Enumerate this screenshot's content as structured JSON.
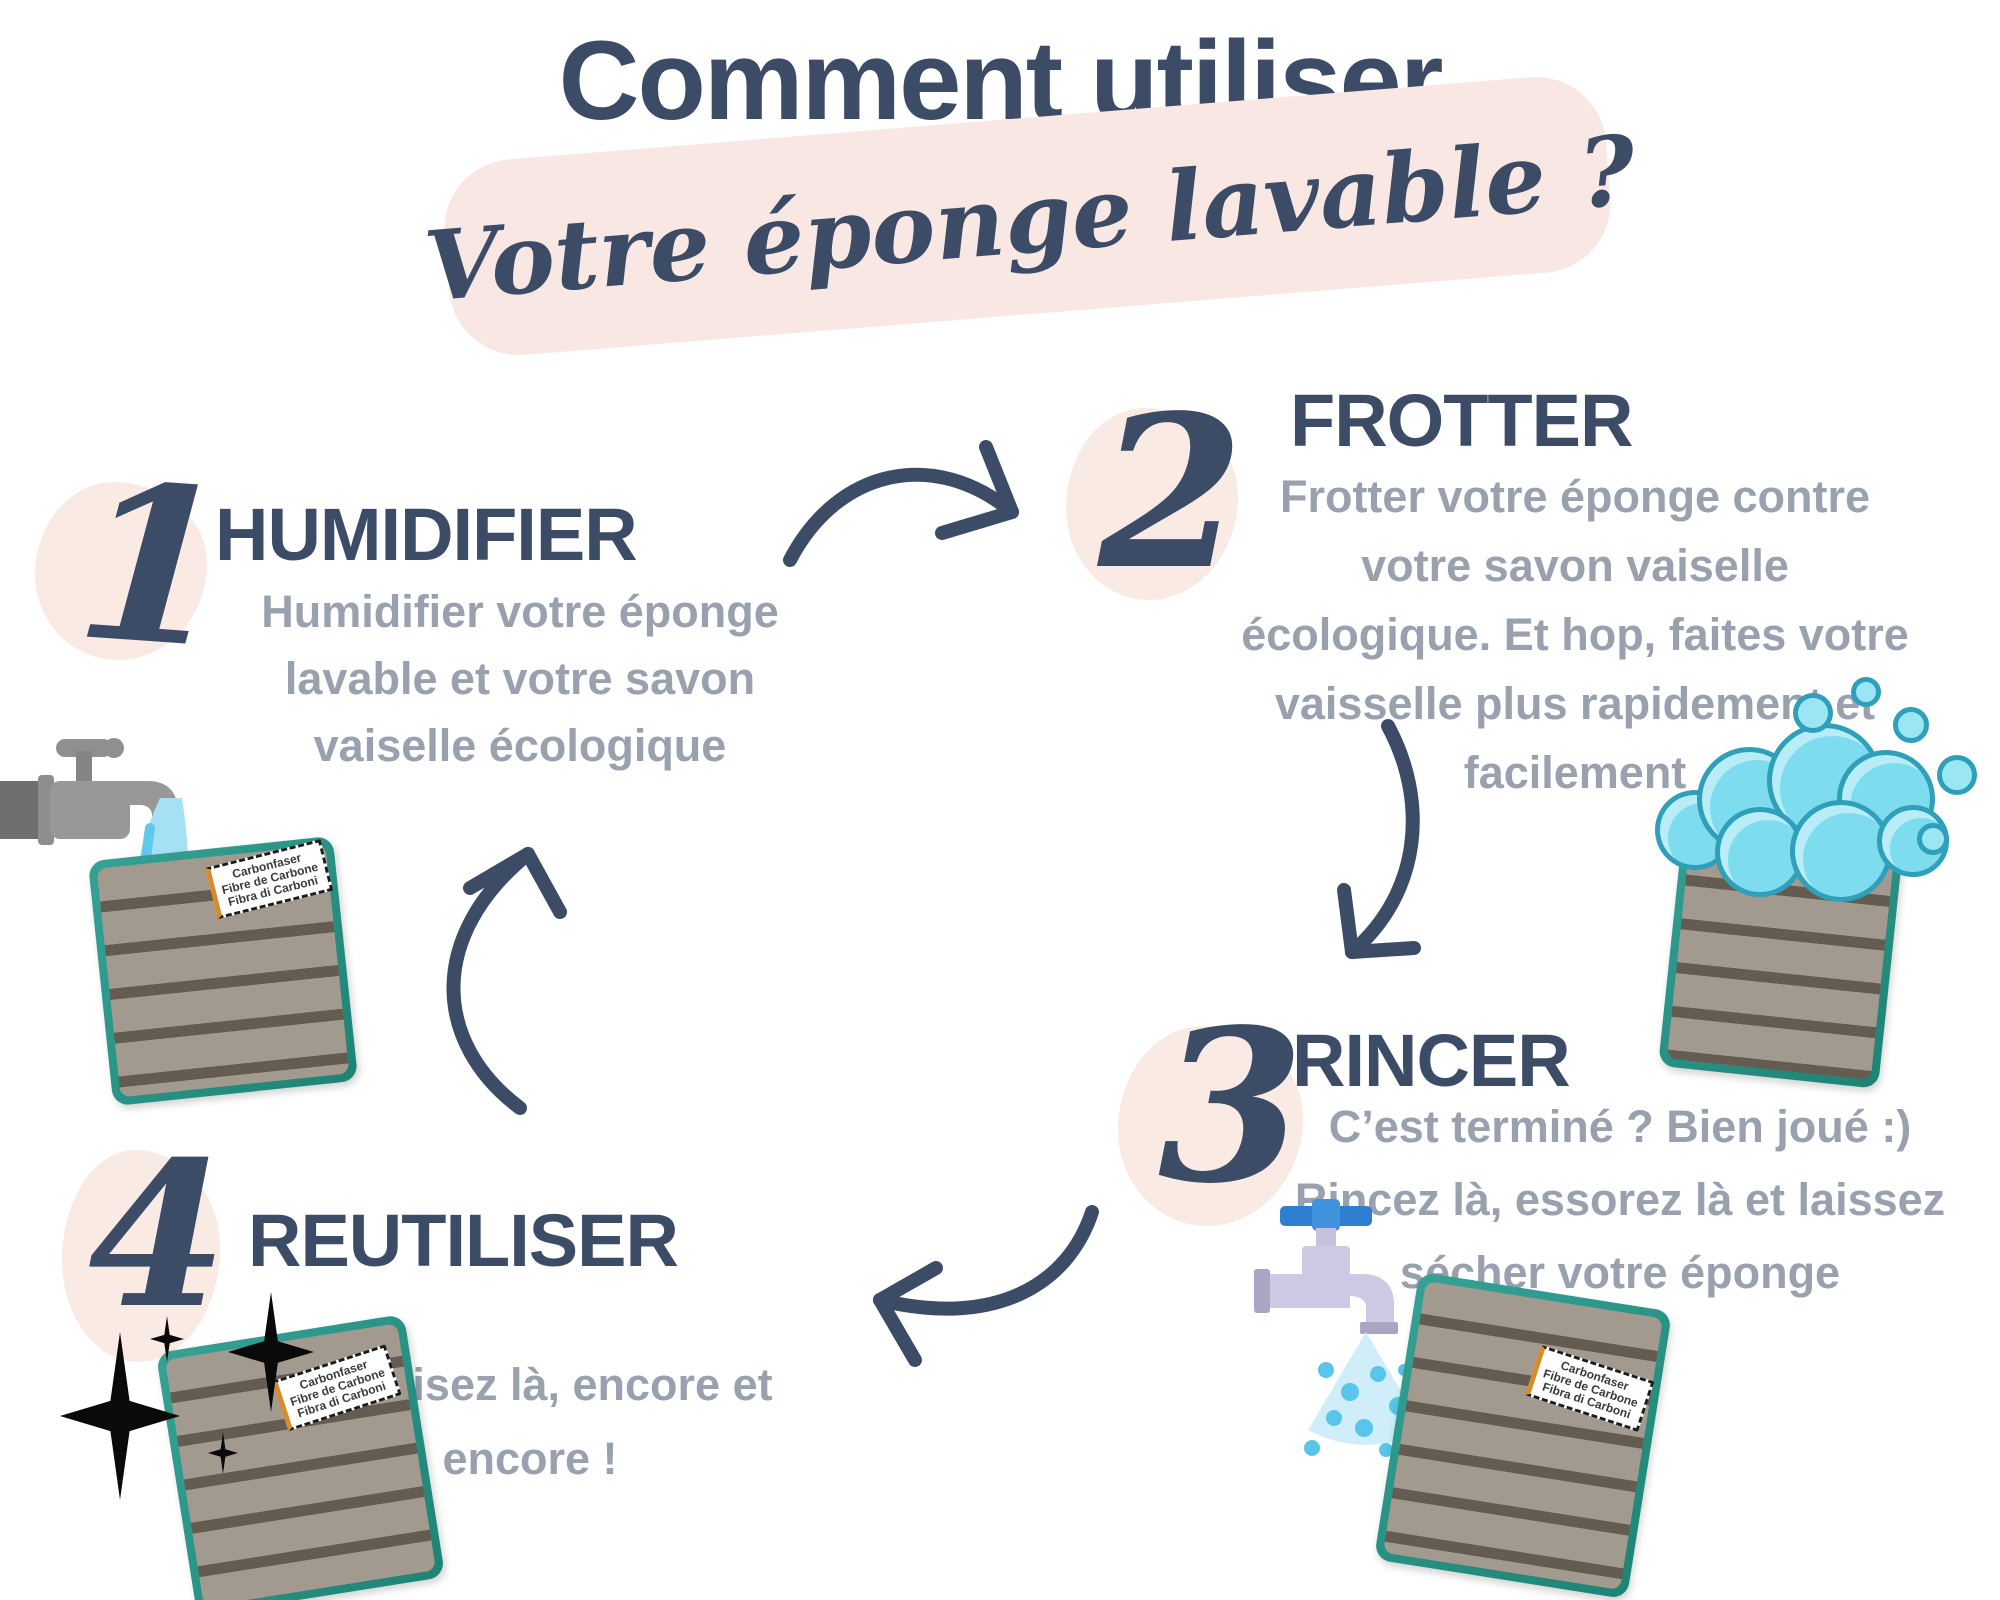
{
  "title": {
    "line1": "Comment utiliser",
    "line2": "Votre éponge lavable ?"
  },
  "steps": [
    {
      "number": "1",
      "heading": "HUMIDIFIER",
      "description": "Humidifier votre éponge\nlavable et votre savon\nvaiselle écologique"
    },
    {
      "number": "2",
      "heading": "FROTTER",
      "description": "Frotter votre éponge contre\nvotre savon vaiselle\nécologique. Et hop, faites votre\nvaisselle plus rapidement et\nfacilement"
    },
    {
      "number": "3",
      "heading": "RINCER",
      "description": "C’est terminé ? Bien joué :)\nRincez là, essorez là et laissez\nsécher votre éponge"
    },
    {
      "number": "4",
      "heading": "REUTILISER",
      "description": "Réutilisez là, encore et\nencore !"
    }
  ],
  "sponge_label": "Carbonfaser\nFibre de Carbone\nFibra di Carboni",
  "colors": {
    "accent_dark_blue": "#3c4b66",
    "text_gray": "#9aa1ae",
    "highlight_pink": "#f8e7e2",
    "blob_pink": "#faeae4",
    "bubble_blue": "#7edcef",
    "bubble_outline": "#2f9fba",
    "water_light_blue": "#a6e0f5",
    "water_drop_blue": "#5fc8ec",
    "sponge_gray": "#a39a8f",
    "sponge_stripe": "#4a403a",
    "sponge_edge_teal": "#2f9a8d",
    "faucet_gray": "#989898",
    "faucet_lavender": "#cdc9e4",
    "faucet_handle_blue": "#2e7fd0",
    "sparkle_black": "#0a0a0a"
  }
}
